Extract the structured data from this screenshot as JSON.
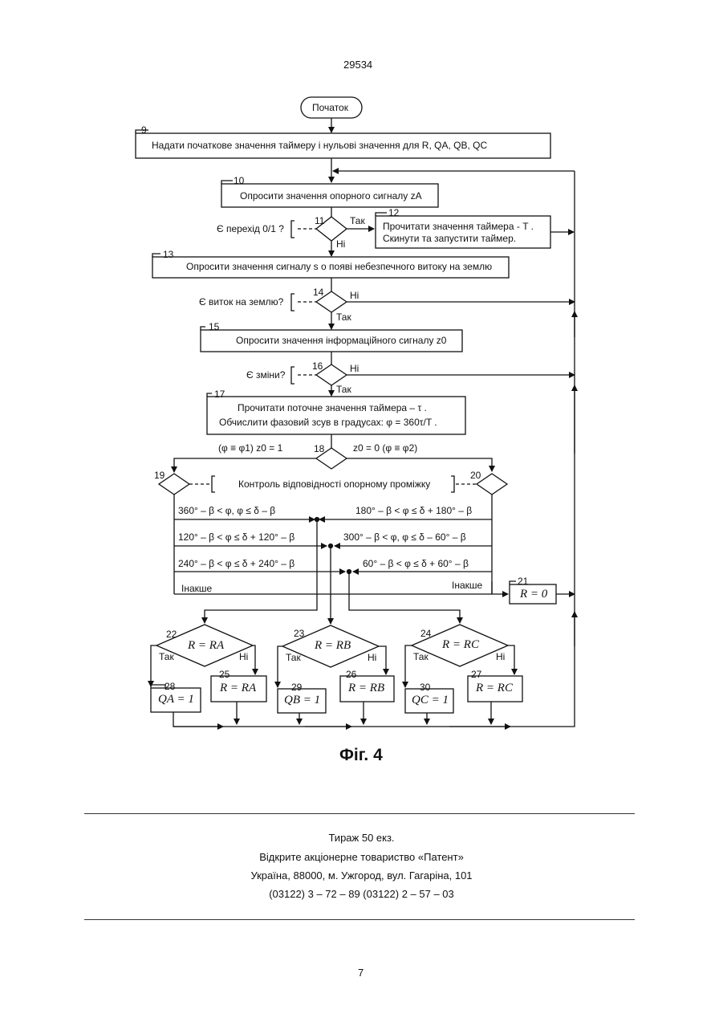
{
  "page": {
    "patent_number": "29534",
    "page_number": "7",
    "figure_caption": "Фіг. 4"
  },
  "flowchart": {
    "start": "Початок",
    "yes": "Так",
    "no": "Ні",
    "otherwise": "Інакше",
    "blocks": [
      {
        "num": "9",
        "text": "Надати початкове значення таймеру і нульові значення для R, QA, QB, QC"
      },
      {
        "num": "10",
        "text": "Опросити значення опорного сигналу zA"
      },
      {
        "num": "11",
        "question": "Є перехід 0/1 ?"
      },
      {
        "num": "12",
        "line1": "Прочитати значення таймера - T .",
        "line2": "Скинути та запустити таймер."
      },
      {
        "num": "13",
        "text": "Опросити значення сигналу s о появі небезпечного витоку на землю"
      },
      {
        "num": "14",
        "question": "Є виток на землю?"
      },
      {
        "num": "15",
        "text": "Опросити значення інформаційного сигналу z0"
      },
      {
        "num": "16",
        "question": "Є зміни?"
      },
      {
        "num": "17",
        "line1": "Прочитати поточне значення таймера – τ .",
        "line2": "Обчислити фазовий зсув в градусах: φ = 360τ/T ."
      },
      {
        "num": "18",
        "left": "(φ ≡ φ1) z0 = 1",
        "right": "z0 = 0 (φ ≡ φ2)"
      },
      {
        "num": "19"
      },
      {
        "num": "20"
      },
      {
        "num": "21",
        "text": "R = 0"
      },
      {
        "num": "22",
        "text": "R = RA"
      },
      {
        "num": "23",
        "text": "R = RB"
      },
      {
        "num": "24",
        "text": "R = RC"
      },
      {
        "num": "25",
        "text": "R = RA"
      },
      {
        "num": "26",
        "text": "R = RB"
      },
      {
        "num": "27",
        "text": "R = RC"
      },
      {
        "num": "28",
        "text": "QA = 1"
      },
      {
        "num": "29",
        "text": "QB = 1"
      },
      {
        "num": "30",
        "text": "QC = 1"
      }
    ],
    "control_note": "Контроль відповідності опорному проміжку",
    "conditions_left": [
      "360° – β < φ,  φ ≤ δ – β",
      "120° – β < φ ≤ δ + 120° – β",
      "240° – β < φ ≤ δ + 240° – β"
    ],
    "conditions_right": [
      "180° – β < φ ≤ δ + 180° – β",
      "300° – β < φ,  φ ≤ δ – 60° – β",
      "60° – β < φ ≤ δ + 60° – β"
    ]
  },
  "footer": {
    "line1": "Тираж 50 екз.",
    "line2": "Відкрите акціонерне товариство «Патент»",
    "line3": "Україна, 88000, м. Ужгород, вул. Гагаріна, 101",
    "line4": "(03122) 3 – 72 – 89   (03122) 2 – 57 – 03"
  }
}
